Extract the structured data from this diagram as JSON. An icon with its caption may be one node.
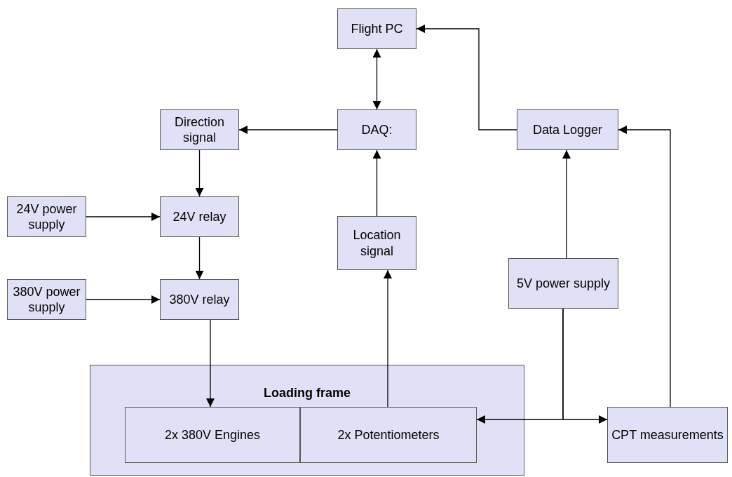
{
  "diagram": {
    "nodes": [
      {
        "text": [
          "Flight PC"
        ]
      },
      {
        "text": [
          "DAQ:"
        ]
      },
      {
        "text": [
          "Direction signal"
        ]
      },
      {
        "text": [
          "Data Logger"
        ]
      },
      {
        "text": [
          "24V power supply"
        ]
      },
      {
        "text": [
          "24V relay"
        ]
      },
      {
        "text": [
          "Location signal"
        ]
      },
      {
        "text": [
          "5V power supply"
        ]
      },
      {
        "text": [
          "380V power supply"
        ]
      },
      {
        "text": [
          "380V relay"
        ]
      },
      {
        "text": [
          "Loading frame"
        ]
      },
      {
        "text": [
          "2x 380V Engines"
        ],
        "in": 10
      },
      {
        "text": [
          "2x Potentiometers"
        ],
        "in": 10
      },
      {
        "text": [
          "CPT measurements"
        ]
      }
    ],
    "edges": [
      {
        "from": 1,
        "to": 0,
        "arrow": "both"
      },
      {
        "from": 1,
        "to": 2,
        "arrow": "to"
      },
      {
        "from": 3,
        "to": 0,
        "arrow": "to"
      },
      {
        "from": 2,
        "to": 5,
        "arrow": "to"
      },
      {
        "from": 4,
        "to": 5,
        "arrow": "to"
      },
      {
        "from": 5,
        "to": 9,
        "arrow": "to"
      },
      {
        "from": 8,
        "to": 9,
        "arrow": "to"
      },
      {
        "from": 9,
        "to": 11,
        "arrow": "to"
      },
      {
        "from": 12,
        "to": 6,
        "arrow": "to"
      },
      {
        "from": 6,
        "to": 1,
        "arrow": "to"
      },
      {
        "from": 7,
        "to": 3,
        "arrow": "to"
      },
      {
        "from": 13,
        "to": 3,
        "arrow": "to"
      },
      {
        "from": 7,
        "to": 12,
        "arrow": "to"
      },
      {
        "from": 7,
        "to": 13,
        "arrow": "to"
      }
    ]
  }
}
